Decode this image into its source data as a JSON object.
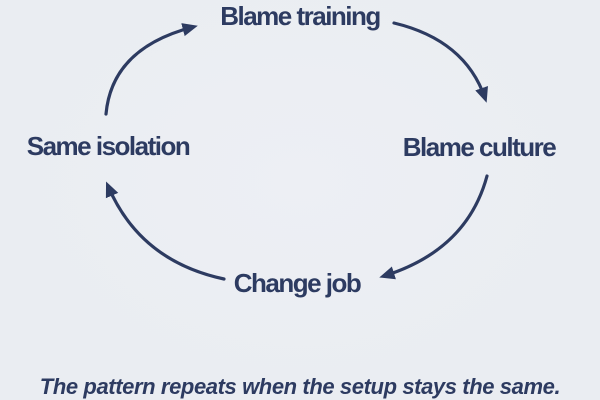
{
  "diagram": {
    "type": "cycle",
    "nodes": [
      {
        "position": "top",
        "label": "Blame training"
      },
      {
        "position": "right",
        "label": "Blame culture"
      },
      {
        "position": "bottom",
        "label": "Change job"
      },
      {
        "position": "left",
        "label": "Same isolation"
      }
    ],
    "flow_order": [
      "Same isolation",
      "Blame training",
      "Blame culture",
      "Change job"
    ]
  },
  "caption": {
    "text": "The pattern repeats when the setup stays the same."
  },
  "colors": {
    "background": "#eaedf2",
    "ink": "#2d3b61"
  }
}
